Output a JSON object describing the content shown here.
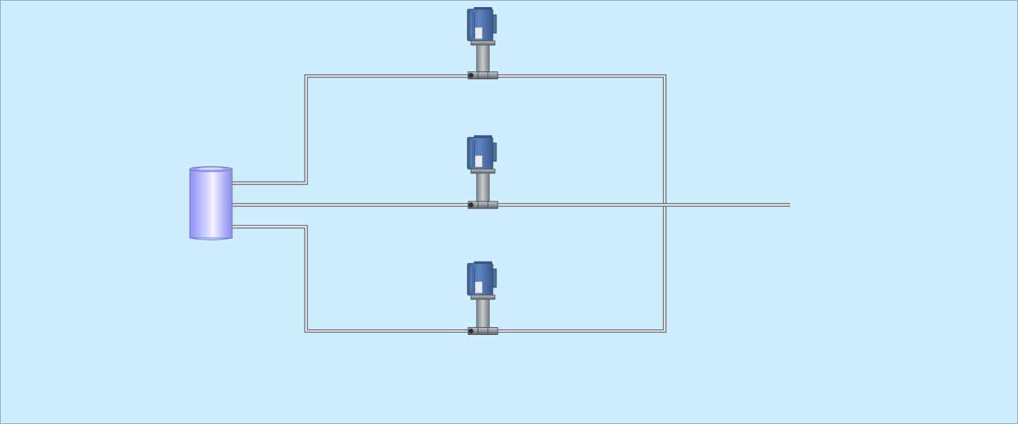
{
  "diagram": {
    "type": "pump-station-schematic",
    "background_color": "#cdeeff",
    "pipe_color": "#6b7177",
    "pipe_highlight": "#f4f7f9",
    "tank": {
      "icon": "vertical-tank-icon",
      "body_color": "#b6b7ff",
      "highlight_color": "#efefff"
    },
    "pumps": [
      {
        "id": "pump-1",
        "icon": "vertical-pump-icon",
        "motor_color": "#4f78b0"
      },
      {
        "id": "pump-2",
        "icon": "vertical-pump-icon",
        "motor_color": "#4f78b0"
      },
      {
        "id": "pump-3",
        "icon": "vertical-pump-icon",
        "motor_color": "#4f78b0"
      }
    ]
  }
}
